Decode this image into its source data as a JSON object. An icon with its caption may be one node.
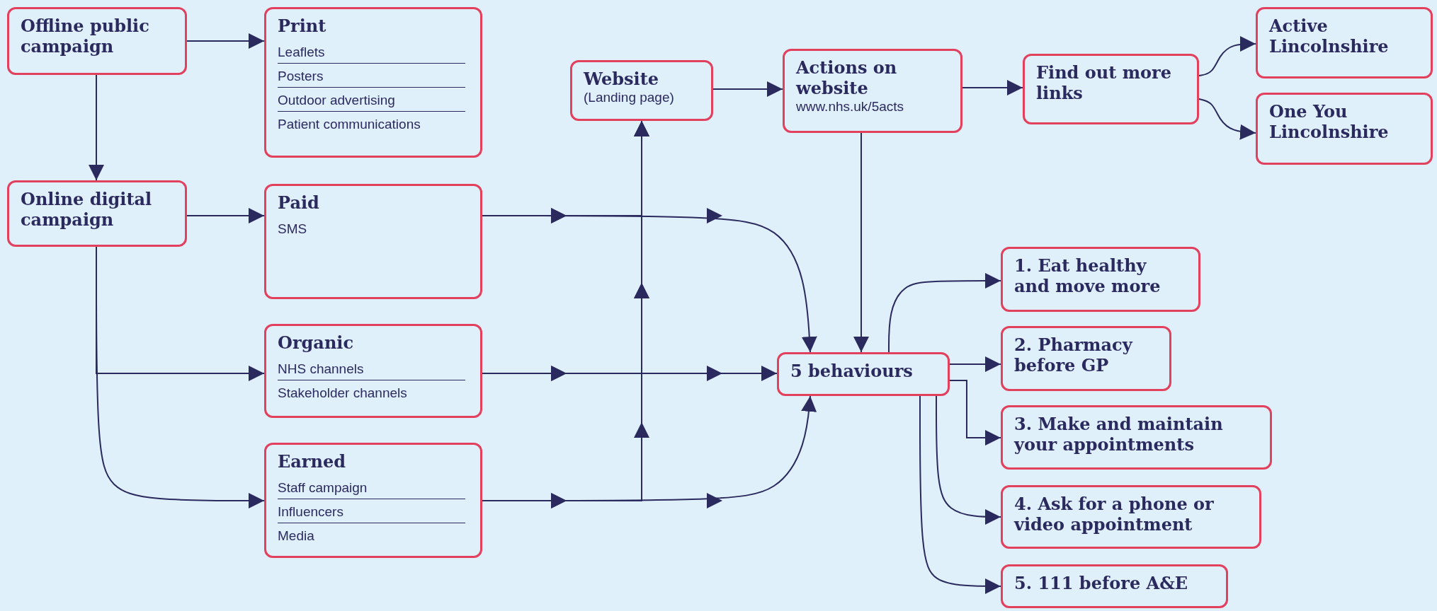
{
  "diagram": {
    "nodes": [
      {
        "text": [
          "Offline public campaign"
        ]
      },
      {
        "text": [
          "Print",
          "Leaflets",
          "Posters",
          "Outdoor advertising",
          "Patient communications"
        ]
      },
      {
        "text": [
          "Online digital campaign"
        ]
      },
      {
        "text": [
          "Paid",
          "SMS"
        ]
      },
      {
        "text": [
          "Organic",
          "NHS channels",
          "Stakeholder channels"
        ]
      },
      {
        "text": [
          "Earned",
          "Staff campaign",
          "Influencers",
          "Media"
        ]
      },
      {
        "text": [
          "Website",
          "(Landing page)"
        ]
      },
      {
        "text": [
          "Actions on website",
          "www.nhs.uk/5acts"
        ]
      },
      {
        "text": [
          "Find out more links"
        ]
      },
      {
        "text": [
          "Active Lincolnshire"
        ]
      },
      {
        "text": [
          "One You Lincolnshire"
        ]
      },
      {
        "text": [
          "5 behaviours"
        ]
      },
      {
        "text": [
          "1. Eat healthy and move more"
        ]
      },
      {
        "text": [
          "2. Pharmacy before GP"
        ]
      },
      {
        "text": [
          "3. Make and maintain your appointments"
        ]
      },
      {
        "text": [
          "4. Ask for a phone or video appointment"
        ]
      },
      {
        "text": [
          "5. 111 before A&E"
        ]
      }
    ],
    "edges": [
      {
        "from": 0,
        "to": 1,
        "arrow": "to"
      },
      {
        "from": 0,
        "to": 2,
        "arrow": "to"
      },
      {
        "from": 2,
        "to": 3,
        "arrow": "to"
      },
      {
        "from": 2,
        "to": 4,
        "arrow": "to"
      },
      {
        "from": 2,
        "to": 5,
        "arrow": "to"
      },
      {
        "from": 3,
        "to": 11,
        "arrow": "to"
      },
      {
        "from": 4,
        "to": 11,
        "arrow": "to"
      },
      {
        "from": 5,
        "to": 11,
        "arrow": "to"
      },
      {
        "from": 3,
        "to": 6,
        "arrow": "to"
      },
      {
        "from": 4,
        "to": 6,
        "arrow": "to"
      },
      {
        "from": 5,
        "to": 6,
        "arrow": "to"
      },
      {
        "from": 6,
        "to": 7,
        "arrow": "to"
      },
      {
        "from": 7,
        "to": 8,
        "arrow": "to"
      },
      {
        "from": 8,
        "to": 9,
        "arrow": "to"
      },
      {
        "from": 8,
        "to": 10,
        "arrow": "to"
      },
      {
        "from": 7,
        "to": 11,
        "arrow": "to"
      },
      {
        "from": 11,
        "to": 12,
        "arrow": "to"
      },
      {
        "from": 11,
        "to": 13,
        "arrow": "to"
      },
      {
        "from": 11,
        "to": 14,
        "arrow": "to"
      },
      {
        "from": 11,
        "to": 15,
        "arrow": "to"
      },
      {
        "from": 11,
        "to": 16,
        "arrow": "to"
      }
    ]
  }
}
